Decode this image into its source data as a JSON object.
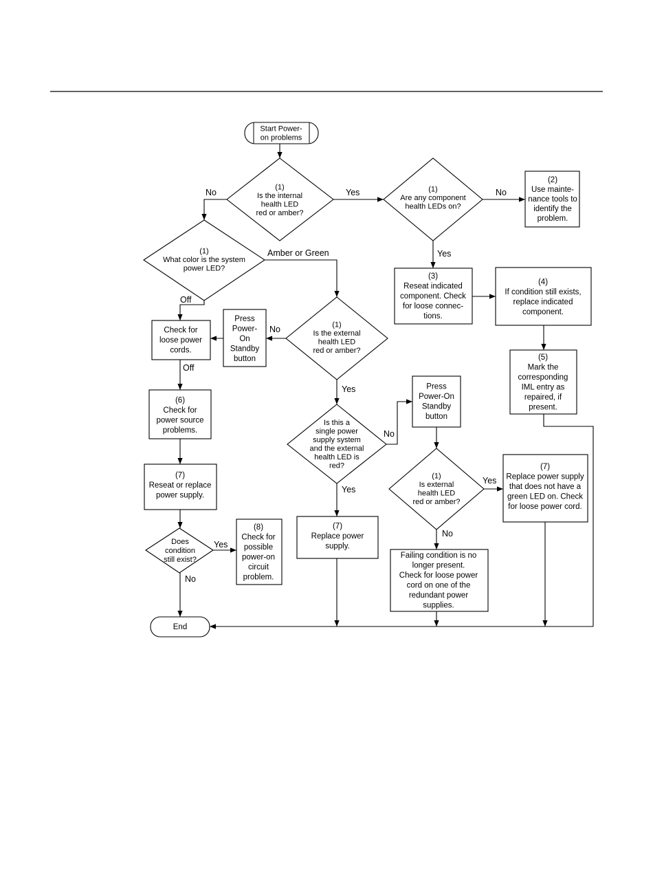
{
  "flowchart": {
    "nodes": {
      "start": [
        "Start Power-",
        "on problems"
      ],
      "q_internal_led": [
        "(1)",
        "Is the internal",
        "health LED",
        "red or amber?"
      ],
      "q_component_leds": [
        "(1)",
        "Are any component",
        "health LEDs on?"
      ],
      "use_maint_tools": [
        "(2)",
        "Use mainte-",
        "nance tools to",
        "identify the",
        "problem."
      ],
      "q_system_power_led": [
        "(1)",
        "What color is the system",
        "power LED?"
      ],
      "reseat_component": [
        "(3)",
        "Reseat indicated",
        "component. Check",
        "for loose connec-",
        "tions."
      ],
      "replace_component": [
        "(4)",
        "If condition still exists,",
        "replace indicated",
        "component."
      ],
      "check_power_cords": [
        "Check for",
        "loose power",
        "cords."
      ],
      "press_standby_1": [
        "Press",
        "Power-",
        "On",
        "Standby",
        "button"
      ],
      "q_external_led": [
        "(1)",
        "Is the external",
        "health LED",
        "red or amber?"
      ],
      "mark_iml": [
        "(5)",
        "Mark the",
        "corresponding",
        "IML entry as",
        "repaired, if",
        "present."
      ],
      "check_power_source": [
        "(6)",
        "Check for",
        "power source",
        "problems."
      ],
      "q_single_psu": [
        "Is this a",
        "single power",
        "supply system",
        "and the external",
        "health LED is",
        "red?"
      ],
      "press_standby_2": [
        "Press",
        "Power-On",
        "Standby",
        "button"
      ],
      "reseat_psu": [
        "(7)",
        "Reseat or replace",
        "power supply."
      ],
      "q_external_led_2": [
        "(1)",
        "Is external",
        "health LED",
        "red or amber?"
      ],
      "replace_psu_green": [
        "(7)",
        "Replace power supply",
        "that does not have a",
        "green LED on. Check",
        "for loose power cord."
      ],
      "replace_psu": [
        "(7)",
        "Replace power",
        "supply."
      ],
      "q_condition_exists": [
        "Does",
        "condition",
        "still exist?"
      ],
      "check_circuit": [
        "(8)",
        "Check for",
        "possible",
        "power-on",
        "circuit",
        "problem."
      ],
      "failing_condition": [
        "Failing condition is no",
        "longer present.",
        "Check for loose power",
        "cord on one of the",
        "redundant power",
        "supplies."
      ],
      "end": [
        "End"
      ]
    },
    "edge_labels": {
      "internal_no": "No",
      "internal_yes": "Yes",
      "component_no": "No",
      "component_yes": "Yes",
      "system_amber_green": "Amber or Green",
      "system_off": "Off",
      "external_no": "No",
      "cords_off": "Off",
      "external_yes": "Yes",
      "single_no": "No",
      "single_yes": "Yes",
      "external2_yes": "Yes",
      "external2_no": "No",
      "condition_yes": "Yes",
      "condition_no": "No"
    }
  }
}
